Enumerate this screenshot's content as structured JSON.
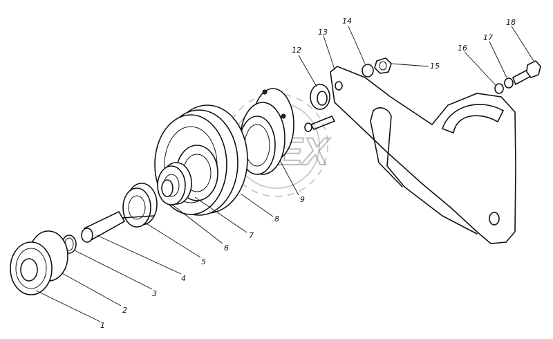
{
  "callouts": [
    {
      "id": "1",
      "label": "1"
    },
    {
      "id": "2",
      "label": "2"
    },
    {
      "id": "3",
      "label": "3"
    },
    {
      "id": "4",
      "label": "4"
    },
    {
      "id": "5",
      "label": "5"
    },
    {
      "id": "6",
      "label": "6"
    },
    {
      "id": "7",
      "label": "7"
    },
    {
      "id": "8",
      "label": "8"
    },
    {
      "id": "9",
      "label": "9"
    },
    {
      "id": "12",
      "label": "12"
    },
    {
      "id": "13",
      "label": "13"
    },
    {
      "id": "14",
      "label": "14"
    },
    {
      "id": "15",
      "label": "15"
    },
    {
      "id": "16",
      "label": "16"
    },
    {
      "id": "17",
      "label": "17"
    },
    {
      "id": "18",
      "label": "18"
    }
  ],
  "watermark": {
    "text": "DEX"
  }
}
